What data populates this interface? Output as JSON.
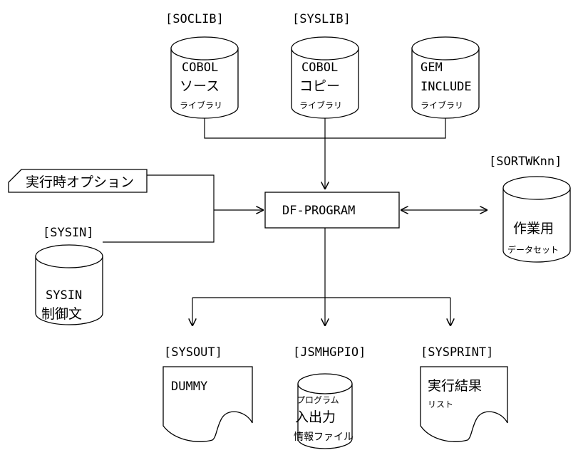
{
  "libraries": [
    {
      "dd": "[SOCLIB]",
      "line1": "COBOL",
      "line2": "ソース",
      "line3": "ライブラリ"
    },
    {
      "dd": "[SYSLIB]",
      "line1": "COBOL",
      "line2": "コピー",
      "line3": "ライブラリ"
    },
    {
      "dd": "",
      "line1": "GEM",
      "line2": "INCLUDE",
      "line3": "ライブラリ"
    }
  ],
  "options": {
    "label": "実行時オプション"
  },
  "sysin": {
    "dd": "[SYSIN]",
    "line1": "SYSIN",
    "line2": "制御文"
  },
  "program": {
    "label": "DF-PROGRAM"
  },
  "sortwork": {
    "dd": "[SORTWKnn]",
    "line1": "作業用",
    "line2": "データセット"
  },
  "outputs": [
    {
      "dd": "[SYSOUT]",
      "line1": "DUMMY",
      "line2": ""
    },
    {
      "dd": "[JSMHGPIO]",
      "line1": "プログラム",
      "line2": "入出力",
      "line3": "情報ファイル"
    },
    {
      "dd": "[SYSPRINT]",
      "line1": "実行結果",
      "line2": "リスト"
    }
  ]
}
